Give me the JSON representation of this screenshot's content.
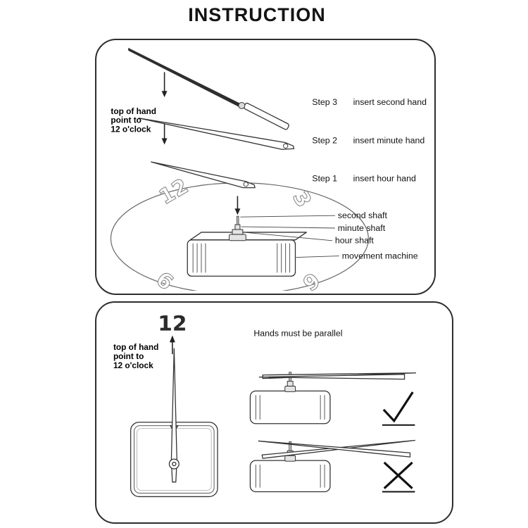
{
  "page": {
    "title": "INSTRUCTION"
  },
  "assembly_panel": {
    "steps": [
      {
        "step": "Step 3",
        "action": "insert second hand"
      },
      {
        "step": "Step 2",
        "action": "insert minute hand"
      },
      {
        "step": "Step 1",
        "action": "insert hour hand"
      }
    ],
    "orientation_note": [
      "top of hand",
      "point to",
      "12 o'clock"
    ],
    "shaft_labels": {
      "second": "second shaft",
      "minute": "minute shaft",
      "hour": "hour shaft"
    },
    "machine_label": "movement  machine",
    "clock_numbers": {
      "twelve": "12",
      "three": "3",
      "nine": "9",
      "six": "6"
    }
  },
  "alignment_panel": {
    "clock_number": "12",
    "orientation_note": [
      "top of hand",
      "point to",
      "12 o'clock"
    ],
    "caption": "Hands must be parallel"
  }
}
